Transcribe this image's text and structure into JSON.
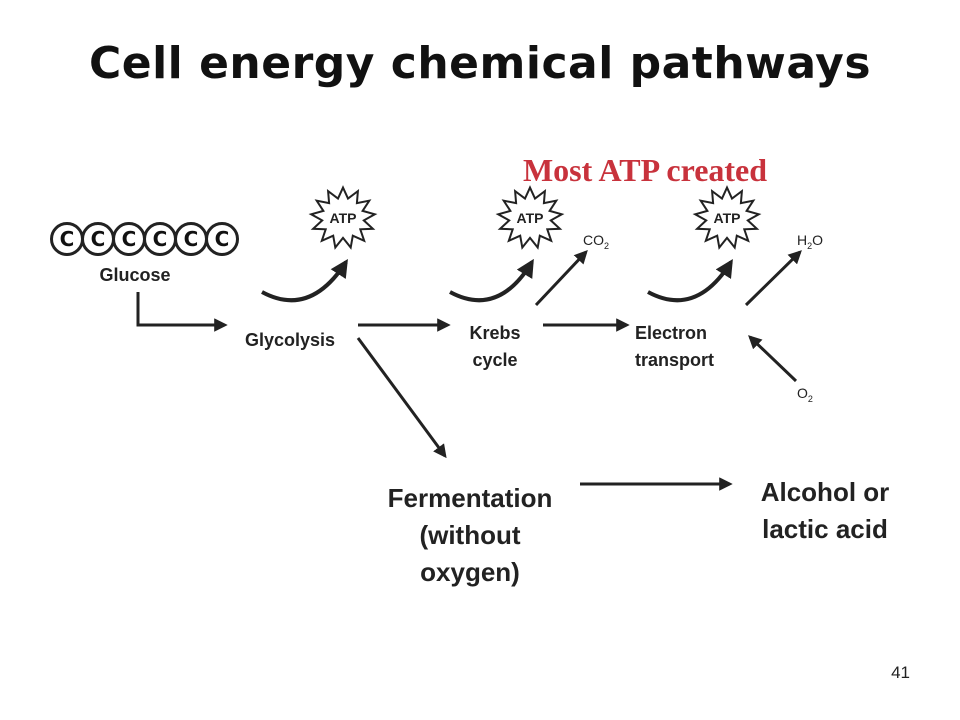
{
  "slide": {
    "title": "Cell energy chemical pathways",
    "highlight": "Most ATP created",
    "page_number": "41"
  },
  "colors": {
    "title": "#111111",
    "highlight": "#c8323c",
    "lines": "#222222"
  },
  "glucose": {
    "label": "Glucose",
    "carbon_atoms": [
      "C",
      "C",
      "C",
      "C",
      "C",
      "C"
    ]
  },
  "stages": {
    "glycolysis": "Glycolysis",
    "krebs": "Krebs\ncycle",
    "electron_transport": "Electron\ntransport"
  },
  "atp_bursts": [
    "ATP",
    "ATP",
    "ATP"
  ],
  "products": {
    "co2_main": "CO",
    "co2_sub": "2",
    "h2o_a": "H",
    "h2o_sub": "2",
    "h2o_b": "O",
    "o2_main": "O",
    "o2_sub": "2"
  },
  "fermentation": {
    "label": "Fermentation\n(without\noxygen)",
    "result": "Alcohol or\nlactic acid"
  }
}
